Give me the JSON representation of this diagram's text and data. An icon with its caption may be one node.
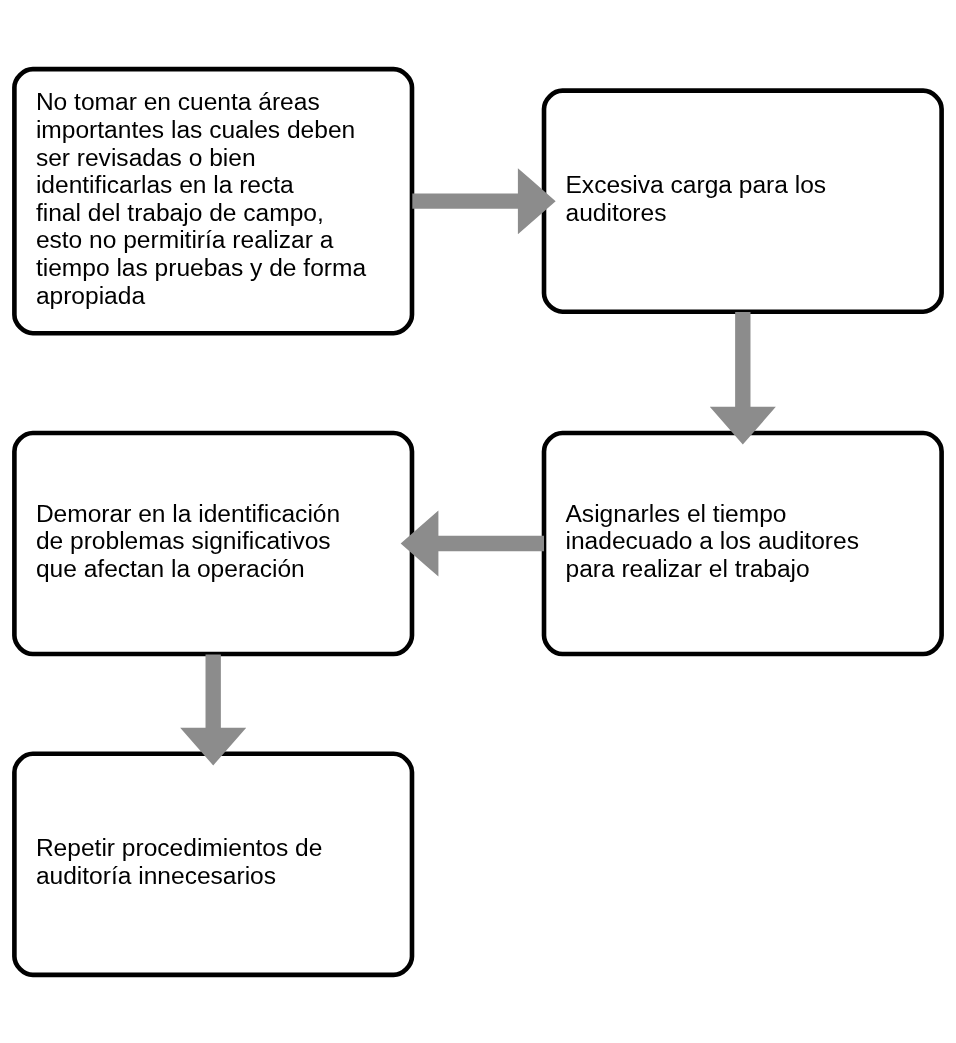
{
  "diagram": {
    "nodes": [
      {
        "text": [
          "No tomar en cuenta áreas importantes las cuales deben ser revisadas o bien identificarlas en la recta final del trabajo de campo, esto no permitiría realizar a tiempo las pruebas y de forma apropiada"
        ]
      },
      {
        "text": [
          "Excesiva carga para los auditores"
        ]
      },
      {
        "text": [
          "Asignarles el tiempo inadecuado a los auditores para realizar el trabajo"
        ]
      },
      {
        "text": [
          "Demorar en la identificación de problemas significativos que afectan la operación"
        ]
      },
      {
        "text": [
          "Repetir procedimientos de auditoría innecesarios"
        ]
      }
    ],
    "edges": [
      {
        "from": 0,
        "to": 1,
        "arrow": "to"
      },
      {
        "from": 1,
        "to": 2,
        "arrow": "to"
      },
      {
        "from": 2,
        "to": 3,
        "arrow": "to"
      },
      {
        "from": 3,
        "to": 4,
        "arrow": "to"
      }
    ]
  }
}
